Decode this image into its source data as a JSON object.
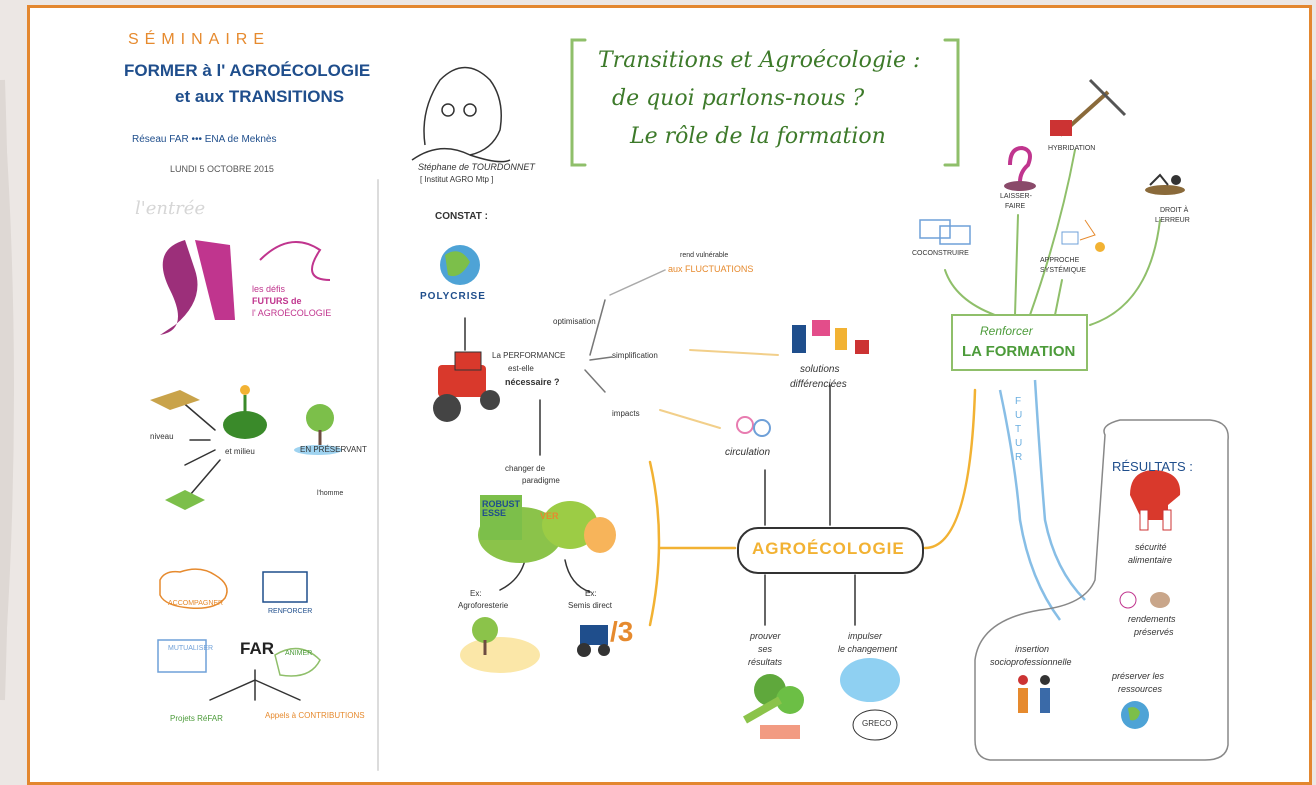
{
  "left_header": {
    "seminaire": "SÉMINAIRE",
    "line1": "FORMER à l' AGROÉCOLOGIE",
    "line2": "et aux TRANSITIONS",
    "network": "Réseau FAR ••• ENA de Meknès",
    "date": "LUNDI 5 OCTOBRE 2015"
  },
  "left_panel": {
    "entree": "l'entrée",
    "defis_1": "les défis",
    "defis_2": "FUTURS de",
    "defis_3": "l' AGROÉCOLOGIE",
    "niveau": "niveau",
    "milieu": "et milieu",
    "preservant": "EN PRÉSERVANT",
    "homme": "l'homme",
    "accompagner": "ACCOMPAGNER",
    "renforcer": "RENFORCER",
    "mutualiser": "MUTUALISER",
    "far": "FAR",
    "animer": "ANIMER",
    "projet": "Projets RéFAR",
    "contributions": "Appels à CONTRIBUTIONS"
  },
  "center": {
    "title_1": "Transitions et Agroécologie :",
    "title_2": "de quoi parlons-nous ?",
    "title_3": "Le rôle de la formation",
    "speaker_1": "Stéphane de TOURDONNET",
    "speaker_2": "[ Institut AGRO Mtp ]",
    "constat": "CONSTAT :",
    "polycrise": "POLYCRISE",
    "question_1": "La PERFORMANCE",
    "question_2": "est-elle",
    "question_3": "nécessaire ?",
    "optimisation": "optimisation",
    "simplification": "simplification",
    "fluctuations_1": "rend vulnérable",
    "fluctuations_2": "aux FLUCTUATIONS",
    "impacts": "impacts",
    "solutions_1": "solutions",
    "solutions_2": "différenciées",
    "circulation": "circulation",
    "paradigme_1": "changer de",
    "paradigme_2": "paradigme",
    "robustesse": "ROBUSTESSE",
    "ver": "VER",
    "ex_agro_1": "Ex:",
    "ex_agro_2": "Agroforesterie",
    "ex_semis_1": "Ex:",
    "ex_semis_2": "Semis direct",
    "fraction": "/3",
    "agroecologie": "AGROÉCOLOGIE",
    "prouver_1": "prouver",
    "prouver_2": "ses",
    "prouver_3": "résultats",
    "impulser_1": "impulser",
    "impulser_2": "le changement",
    "greco": "GRECO"
  },
  "right": {
    "renforcer_1": "Renforcer",
    "renforcer_2": "LA FORMATION",
    "futur": "FUTUR",
    "cocreation": "COCONSTRUIRE",
    "laisser_1": "LAISSER-",
    "laisser_2": "FAIRE",
    "hybridation": "HYBRIDATION",
    "approche_1": "APPROCHE",
    "approche_2": "SYSTÉMIQUE",
    "droit_1": "DROIT À",
    "droit_2": "L'ERREUR",
    "resultats": "RÉSULTATS :",
    "securite_1": "sécurité",
    "securite_2": "alimentaire",
    "rendement_1": "rendements",
    "rendement_2": "préservés",
    "insertion_1": "insertion",
    "insertion_2": "socioprofessionnelle",
    "preserver_1": "préserver les",
    "preserver_2": "ressources"
  },
  "colors": {
    "frame": "#e3872f",
    "background": "#ece7e4",
    "title_green": "#3d7a2a",
    "blue_ink": "#1f4e8c",
    "orange_ink": "#e68a2e",
    "pink_ink": "#c0358e",
    "arrow_yellow": "#f2b233",
    "arrow_green": "#8fbf6a"
  }
}
